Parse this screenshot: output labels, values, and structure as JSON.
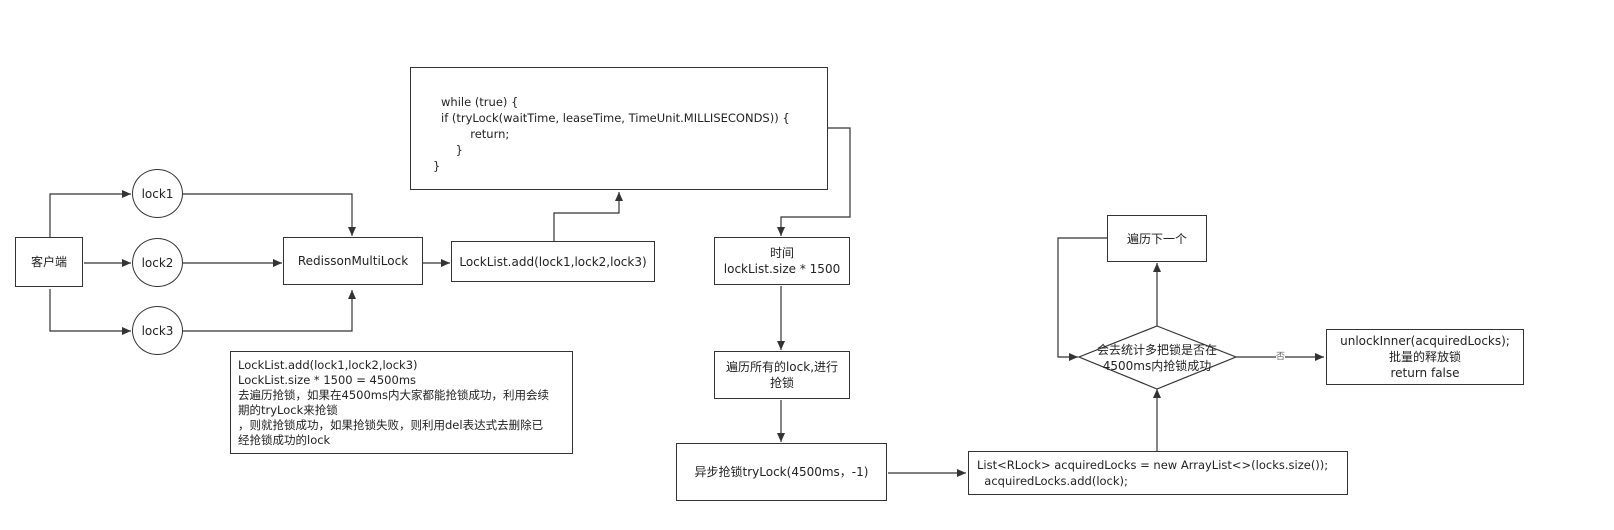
{
  "nodes": {
    "client": "客户端",
    "lock1": "lock1",
    "lock2": "lock2",
    "lock3": "lock3",
    "multi_lock": "RedissonMultiLock",
    "locklist_add": "LockList.add(lock1,lock2,lock3)",
    "code_box": [
      "while (true) {",
      "if (tryLock(waitTime, leaseTime, TimeUnit.MILLISECONDS)) {",
      "        return;",
      "    }",
      "}"
    ],
    "time_box": [
      "时间",
      "lockList.size * 1500"
    ],
    "iterate_locks": [
      "遍历所有的lock,进行",
      "抢锁"
    ],
    "async_trylock": "异步抢锁tryLock(4500ms，-1)",
    "acquired_list": [
      "List<RLock> acquiredLocks = new ArrayList<>(locks.size());",
      "  acquiredLocks.add(lock);"
    ],
    "decision": [
      "会去统计多把锁是否在",
      "4500ms内抢锁成功"
    ],
    "next_item": "遍历下一个",
    "unlock_box": [
      "unlockInner(acquiredLocks);",
      "批量的释放锁",
      "return false"
    ],
    "note": [
      "LockList.add(lock1,lock2,lock3)",
      "LockList.size * 1500 = 4500ms",
      "去遍历抢锁，如果在4500ms内大家都能抢锁成功，利用会续",
      "期的tryLock来抢锁",
      "，则就抢锁成功，如果抢锁失败，则利用del表达式去删除已",
      "经抢锁成功的lock"
    ]
  },
  "edge_labels": {
    "no": "否"
  }
}
